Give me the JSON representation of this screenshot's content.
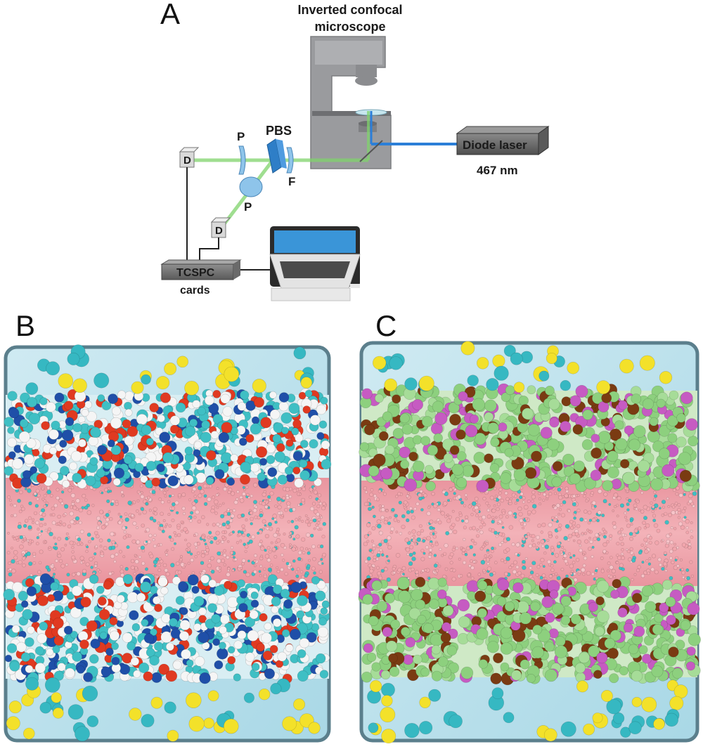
{
  "panels": {
    "a": {
      "letter": "A",
      "microscope_label_line1": "Inverted confocal",
      "microscope_label_line2": "microscope",
      "laser_label": "Diode laser",
      "wavelength_label": "467 nm",
      "pbs_label": "PBS",
      "polarizer_label": "P",
      "filter_label": "F",
      "detector_label": "D",
      "tcspc_label_line1": "TCSPC",
      "tcspc_label_line2": "cards"
    },
    "b": {
      "letter": "B"
    },
    "c": {
      "letter": "C"
    }
  },
  "colors": {
    "water_box": "#bfe4ee",
    "box_edge": "#5b7f8c",
    "core_lipid": "#f2a6ad",
    "head_cyan": "#3fbfc4",
    "head_white": "#f5f5f5",
    "head_red": "#e03a21",
    "head_blue": "#1f4fa8",
    "ion_yellow": "#f3e12a",
    "ion_cyan": "#36b8c2",
    "green_lipid": "#8dd07e",
    "brown_chain": "#7a3b12",
    "magenta_lipid": "#c65bc2",
    "green_beam": "#7fd36b",
    "blue_beam": "#2b7fd8"
  }
}
